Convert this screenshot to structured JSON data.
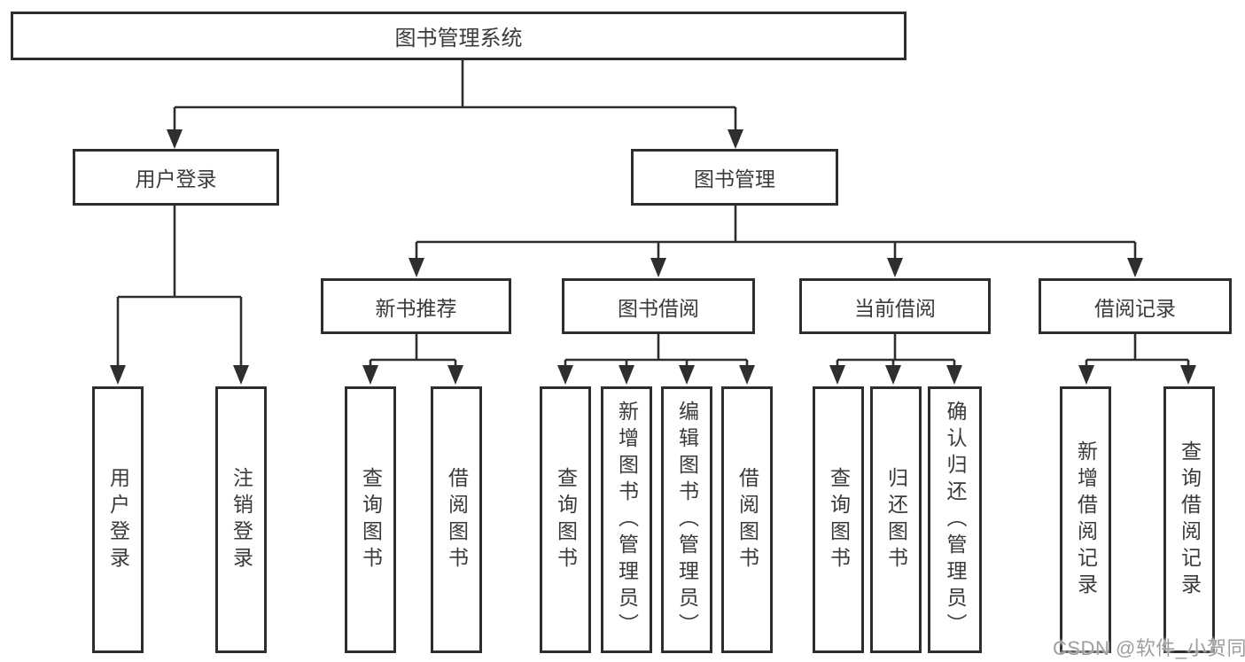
{
  "colors": {
    "line": "#2e2e2e",
    "text": "#3a3a3a",
    "watermark": "#9e9e9e",
    "background": "#ffffff"
  },
  "watermark": {
    "text": "CSDN @软件_小贺同学"
  },
  "diagram": {
    "root": {
      "label": "图书管理系统"
    },
    "level2": [
      {
        "label": "用户登录"
      },
      {
        "label": "图书管理"
      }
    ],
    "level3": [
      {
        "label": "新书推荐"
      },
      {
        "label": "图书借阅"
      },
      {
        "label": "当前借阅"
      },
      {
        "label": "借阅记录"
      }
    ],
    "leaves": {
      "user_login": [
        {
          "label": "用户登录"
        },
        {
          "label": "注销登录"
        }
      ],
      "new_book_recommend": [
        {
          "label": "查询图书"
        },
        {
          "label": "借阅图书"
        }
      ],
      "book_borrowing": [
        {
          "label": "查询图书"
        },
        {
          "label": "新增图书（管理员）"
        },
        {
          "label": "编辑图书（管理员）"
        },
        {
          "label": "借阅图书"
        }
      ],
      "current_borrowing": [
        {
          "label": "查询图书"
        },
        {
          "label": "归还图书"
        },
        {
          "label": "确认归还（管理员）"
        }
      ],
      "borrow_records": [
        {
          "label": "新增借阅记录"
        },
        {
          "label": "查询借阅记录"
        }
      ]
    }
  }
}
